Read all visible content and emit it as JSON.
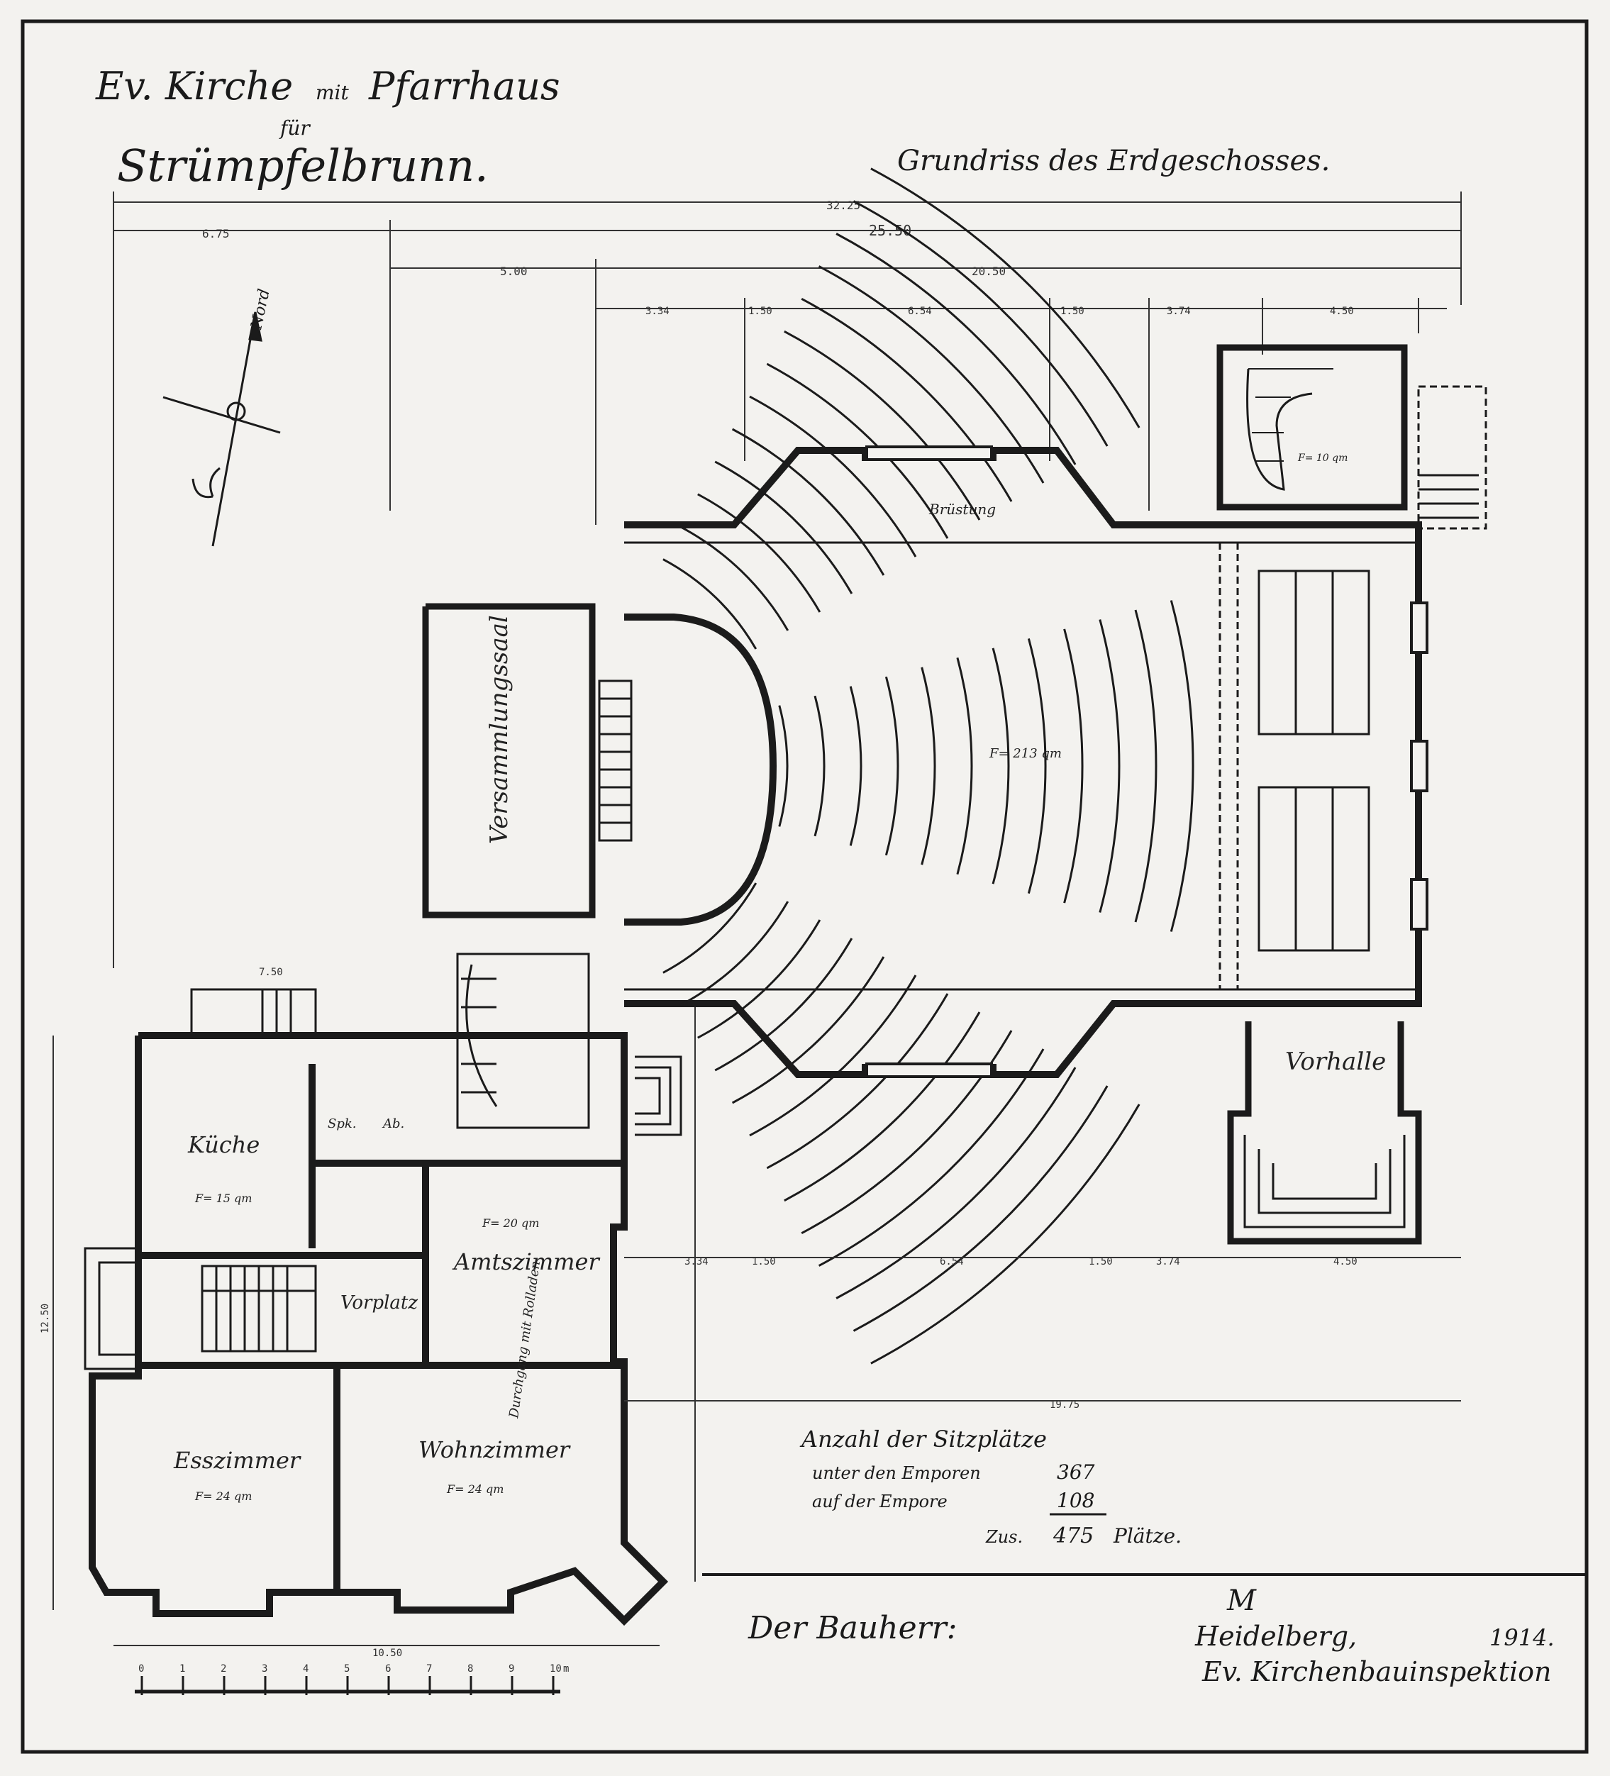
{
  "title": {
    "line1a": "Ev. Kirche",
    "line1b": "mit",
    "line1c": "Pfarrhaus",
    "line2": "für",
    "line3": "Strümpfelbrunn."
  },
  "subtitle": "Grundriss des Erdgeschosses.",
  "north_label": "Nord",
  "overall_dimensions": {
    "total": "32.25",
    "church_length": "25.50",
    "left_offset": "6.75",
    "nave": "20.50",
    "entry_offset": "5.00",
    "segments": [
      "3.34",
      "1.50",
      "6.54",
      "1.50",
      "3.74",
      "4.50"
    ],
    "lower_segments": [
      "3.34",
      "1.50",
      "6.54",
      "1.50",
      "3.74",
      "4.50"
    ],
    "house_width": "7.50",
    "house_depth": "12.50",
    "house_bottom": "10.50",
    "long_bottom": "19.75"
  },
  "rooms": {
    "versammlungssaal": "Versammlungssaal",
    "kirche_area": "F= 213 qm",
    "kueche": "Küche",
    "kueche_area": "F= 15 qm",
    "amtszimmer": "Amtszimmer",
    "amtszimmer_area": "F= 20 qm",
    "vorplatz": "Vorplatz",
    "esszimmer": "Esszimmer",
    "esszimmer_area": "F= 24 qm",
    "wohnzimmer": "Wohnzimmer",
    "wohnzimmer_area": "F= 24 qm",
    "vorhalle": "Vorhalle",
    "speisekammer": "Spk.",
    "abort": "Ab.",
    "sakristei_area": "F= 10 qm",
    "bruestung": "Brüstung",
    "durchgang": "Durchgang mit Rolladen"
  },
  "seat_count": {
    "heading": "Anzahl der Sitzplätze",
    "row1_label": "unter den Emporen",
    "row1_value": "367",
    "row2_label": "auf der Empore",
    "row2_value": "108",
    "total_label": "Zus.",
    "total_value": "475",
    "total_unit": "Plätze."
  },
  "bauherr": "Der Bauherr:",
  "signature": {
    "initial": "M",
    "place": "Heidelberg,",
    "year": "1914.",
    "office": "Ev. Kirchenbauinspektion"
  },
  "scale_bar": {
    "ticks": [
      "0",
      "1",
      "2",
      "3",
      "4",
      "5",
      "6",
      "7",
      "8",
      "9",
      "10"
    ],
    "unit": "m"
  },
  "colors": {
    "paper": "#f3f2ef",
    "ink": "#1b1b1b"
  }
}
